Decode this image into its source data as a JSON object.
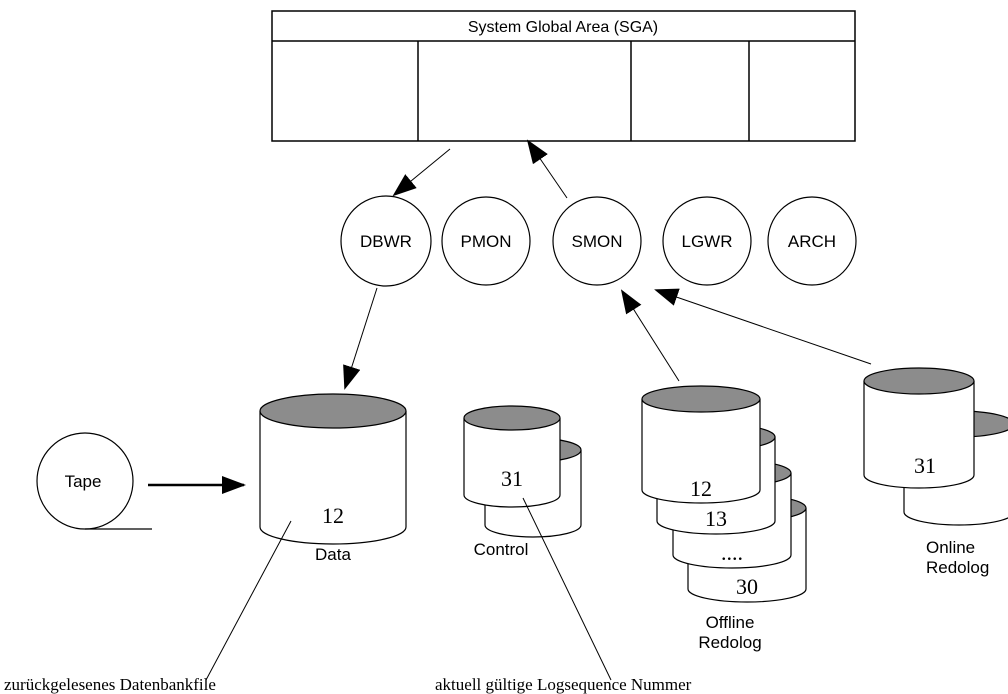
{
  "sga": {
    "title": "System Global Area (SGA)"
  },
  "processes": {
    "dbwr": "DBWR",
    "pmon": "PMON",
    "smon": "SMON",
    "lgwr": "LGWR",
    "arch": "ARCH"
  },
  "tape": {
    "label": "Tape"
  },
  "data_file": {
    "number": "12",
    "label": "Data"
  },
  "control_file": {
    "number": "31",
    "label": "Control"
  },
  "offline_redolog": {
    "numbers": [
      "12",
      "13",
      "....",
      "30"
    ],
    "label_line1": "Offline",
    "label_line2": "Redolog"
  },
  "online_redolog": {
    "number": "31",
    "label_line1": "Online",
    "label_line2": "Redolog"
  },
  "annotations": {
    "restored_file": "zurückgelesenes Datenbankfile",
    "current_log_sequence": "aktuell gültige Logsequence Nummer"
  },
  "colors": {
    "line": "#000000",
    "cylinder_top": "#8c8c8c",
    "fill": "#ffffff"
  }
}
